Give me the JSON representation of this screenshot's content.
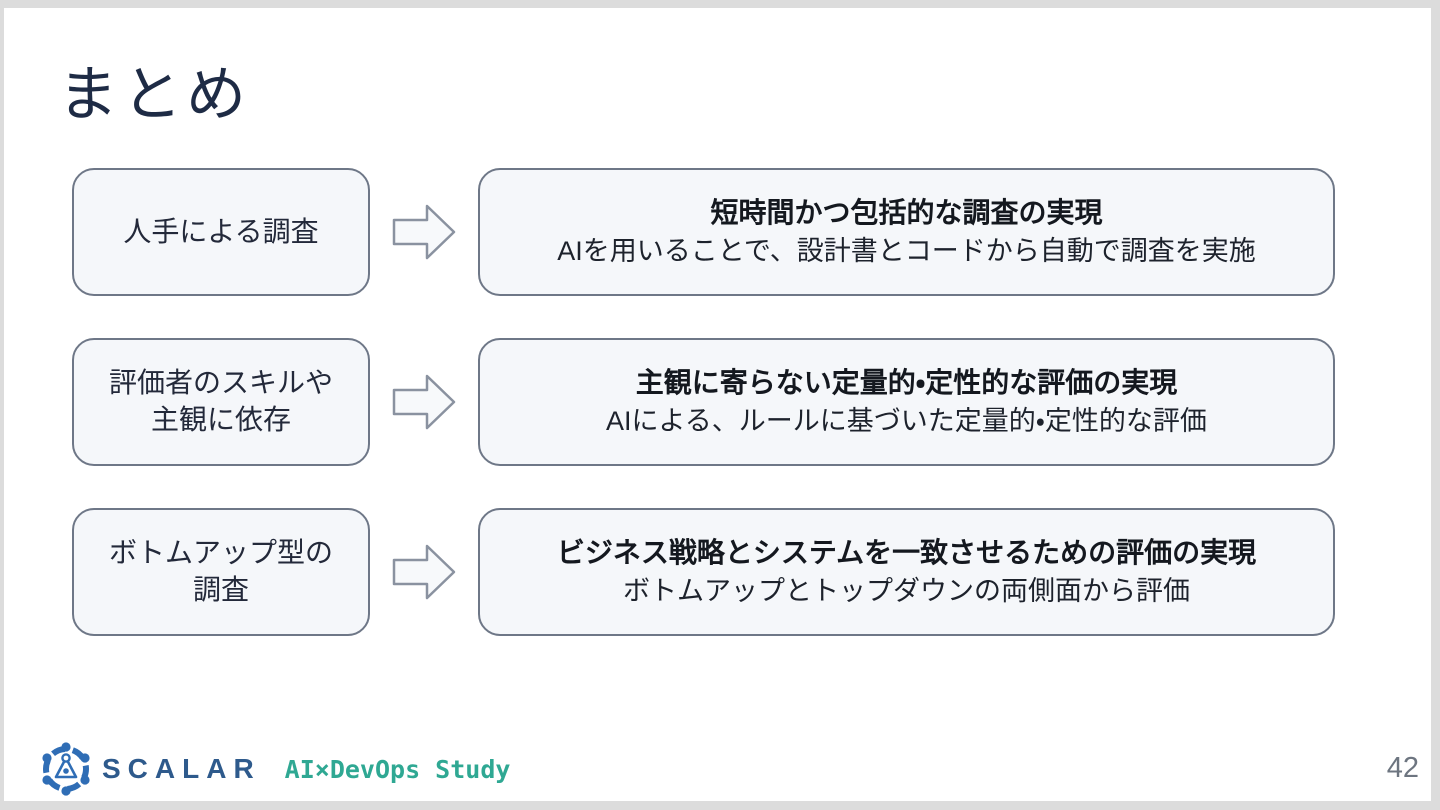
{
  "slide": {
    "title": "まとめ",
    "page_number": "42",
    "rows": [
      {
        "problem": "人手による調査",
        "solution_title": "短時間かつ包括的な調査の実現",
        "solution_desc": "AIを用いることで、設計書とコードから自動で調査を実施"
      },
      {
        "problem": "評価者のスキルや\n主観に依存",
        "solution_title": "主観に寄らない定量的・定性的な評価の実現",
        "solution_desc": "AIによる、ルールに基づいた定量的・定性的な評価"
      },
      {
        "problem": "ボトムアップ型の\n調査",
        "solution_title": "ビジネス戦略とシステムを一致させるための評価の実現",
        "solution_desc": "ボトムアップとトップダウンの両側面から評価"
      }
    ],
    "footer": {
      "brand": "SCALAR",
      "event": "AI×DevOps Study"
    },
    "colors": {
      "title_text": "#1e2b45",
      "box_fill": "#f5f7fa",
      "box_border": "#6e7787",
      "heading_text": "#14181f",
      "body_text": "#1d222c",
      "brand_blue": "#2e5a8c",
      "logo_blue": "#2f6db5",
      "event_teal": "#2fa893",
      "page_number_gray": "#6d7580",
      "frame_gray": "#dcdcdc"
    }
  }
}
